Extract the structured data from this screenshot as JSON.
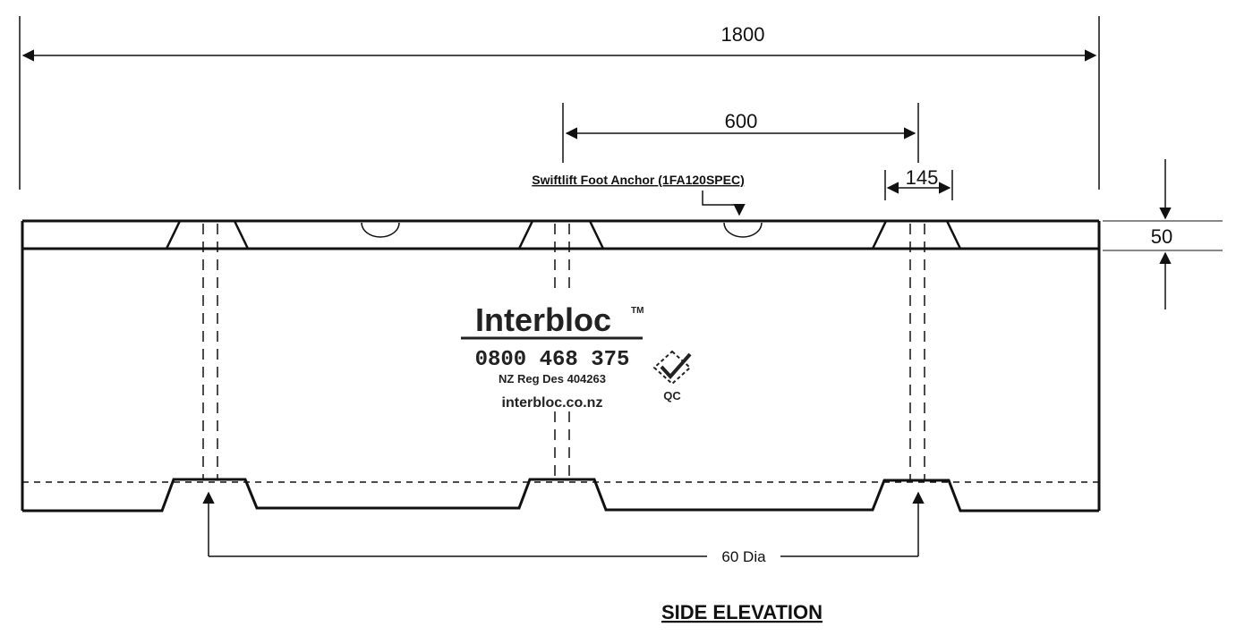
{
  "dimensions": {
    "overall_length": "1800",
    "anchor_spacing": "600",
    "recess_width": "145",
    "recess_depth": "50",
    "hole_diameter": "60 Dia"
  },
  "anchor_callout": "Swiftlift Foot Anchor (1FA120SPEC)",
  "branding": {
    "name": "Interbloc",
    "trademark": "TM",
    "phone": "0800 468 375",
    "registration": "NZ Reg Des 404263",
    "website": "interbloc.co.nz",
    "qc_mark": "QC"
  },
  "view_title": "SIDE ELEVATION"
}
